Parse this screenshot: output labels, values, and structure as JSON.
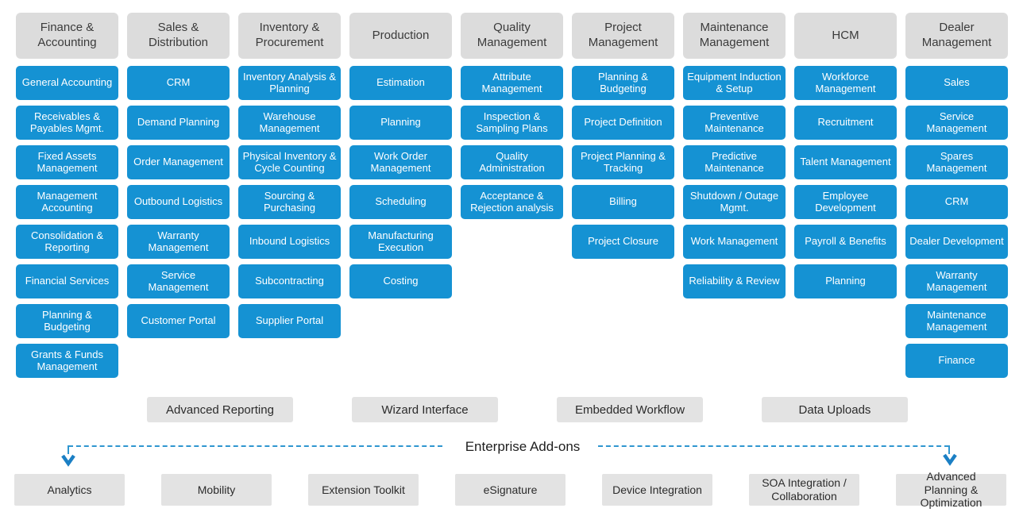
{
  "colors": {
    "module_blue": "#1592d3",
    "category_header_gray": "#dcdcdc",
    "addon_box_gray": "#e3e3e3",
    "connector_dash_blue": "#2f96d0",
    "arrow_blue": "#1b7fc4",
    "header_text": "#3b3b3b",
    "module_text": "#ffffff"
  },
  "columns": [
    {
      "header": "Finance & Accounting",
      "items": [
        "General Accounting",
        "Receivables & Payables Mgmt.",
        "Fixed Assets Management",
        "Management Accounting",
        "Consolidation & Reporting",
        "Financial Services",
        "Planning & Budgeting",
        "Grants & Funds Management"
      ]
    },
    {
      "header": "Sales & Distribution",
      "items": [
        "CRM",
        "Demand Planning",
        "Order Management",
        "Outbound Logistics",
        "Warranty Management",
        "Service Management",
        "Customer Portal"
      ]
    },
    {
      "header": "Inventory & Procurement",
      "items": [
        "Inventory Analysis & Planning",
        "Warehouse Management",
        "Physical Inventory & Cycle Counting",
        "Sourcing & Purchasing",
        "Inbound Logistics",
        "Subcontracting",
        "Supplier Portal"
      ]
    },
    {
      "header": "Production",
      "items": [
        "Estimation",
        "Planning",
        "Work Order Management",
        "Scheduling",
        "Manufacturing Execution",
        "Costing"
      ]
    },
    {
      "header": "Quality Management",
      "items": [
        "Attribute Management",
        "Inspection & Sampling Plans",
        "Quality Administration",
        "Acceptance & Rejection analysis"
      ]
    },
    {
      "header": "Project Management",
      "items": [
        "Planning & Budgeting",
        "Project Definition",
        "Project Planning & Tracking",
        "Billing",
        "Project Closure"
      ]
    },
    {
      "header": "Maintenance Management",
      "items": [
        "Equipment Induction & Setup",
        "Preventive Maintenance",
        "Predictive Maintenance",
        "Shutdown / Outage Mgmt.",
        "Work Management",
        "Reliability & Review"
      ]
    },
    {
      "header": "HCM",
      "items": [
        "Workforce Management",
        "Recruitment",
        "Talent Management",
        "Employee Development",
        "Payroll & Benefits",
        "Planning"
      ]
    },
    {
      "header": "Dealer Management",
      "items": [
        "Sales",
        "Service Management",
        "Spares Management",
        "CRM",
        "Dealer Development",
        "Warranty Management",
        "Maintenance Management",
        "Finance"
      ]
    }
  ],
  "platform_row": [
    "Advanced Reporting",
    "Wizard Interface",
    "Embedded Workflow",
    "Data Uploads"
  ],
  "addons": {
    "label": "Enterprise Add-ons",
    "items": [
      "Analytics",
      "Mobility",
      "Extension Toolkit",
      "eSignature",
      "Device Integration",
      "SOA Integration / Collaboration",
      "Advanced Planning & Optimization"
    ]
  }
}
